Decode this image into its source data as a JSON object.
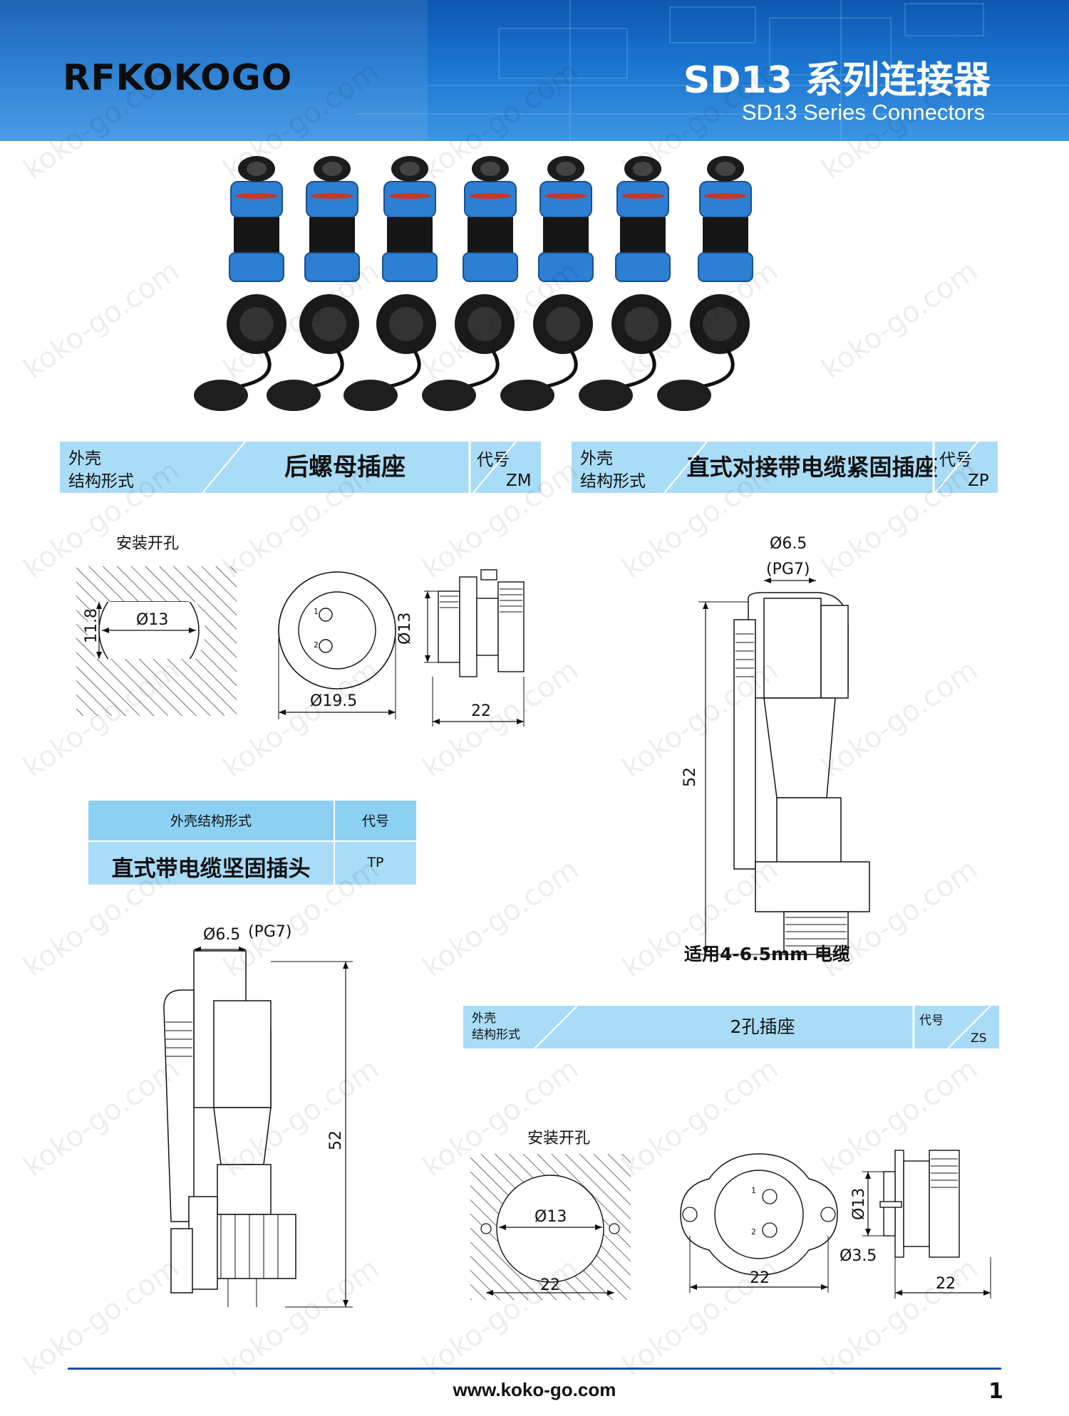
{
  "header": {
    "logo": "RFKOKOGO",
    "title_cn": "SD13 系列连接器",
    "title_en": "SD13 Series Connectors"
  },
  "photo": {
    "alt_icon": "connector-product-photo"
  },
  "section_zm": {
    "label_line1": "外壳",
    "label_line2": "结构形式",
    "name": "后螺母插座",
    "code_label": "代号",
    "code": "ZM",
    "hole_title": "安装开孔",
    "dims": {
      "hole_dia": "Ø13",
      "flat": "11.8",
      "face_dia": "Ø19.5",
      "side_dia": "Ø13",
      "length": "22"
    },
    "pins": [
      "1",
      "2"
    ]
  },
  "section_zp": {
    "label_line1": "外壳",
    "label_line2": "结构形式",
    "name": "直式对接带电缆紧固插座",
    "code_label": "代号",
    "code": "ZP",
    "dims": {
      "cable_dia": "Ø6.5",
      "pg": "(PG7)",
      "length": "52"
    },
    "note": "适用4-6.5mm 电缆"
  },
  "section_tp": {
    "header_label": "外壳结构形式",
    "code_label": "代号",
    "name": "直式带电缆坚固插头",
    "code": "TP",
    "dims": {
      "cable_dia": "Ø6.5",
      "pg": "(PG7)",
      "length": "52"
    }
  },
  "section_zs": {
    "label_line1": "外壳",
    "label_line2": "结构形式",
    "name": "2孔插座",
    "code_label": "代号",
    "code": "ZS",
    "hole_title": "安装开孔",
    "dims": {
      "hole_dia": "Ø13",
      "hole_w": "22",
      "flange_w": "22",
      "mount_hole": "Ø3.5",
      "side_dia": "Ø13",
      "length": "22"
    },
    "pins": [
      "1",
      "2"
    ]
  },
  "watermark": "koko-go.com",
  "footer": {
    "url": "www.koko-go.com",
    "page": "1"
  },
  "colors": {
    "header_blue": "#1a74cf",
    "banner_blue": "#a9dcf7",
    "connector_blue": "#2d7fd4",
    "footer_line": "#1d4fa6"
  }
}
